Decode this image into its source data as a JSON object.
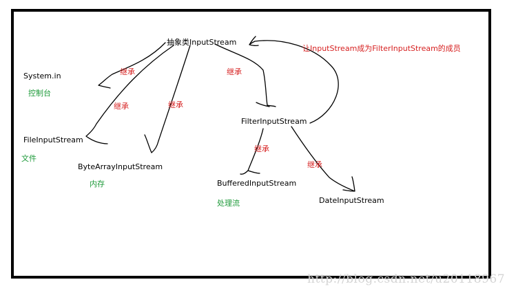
{
  "nodes": {
    "root": "抽象类InputStream",
    "system_in": "System.in",
    "file_input": "FileInputStream",
    "byte_array": "ByteArrayInputStream",
    "filter": "FilterInputStream",
    "buffered": "BufferedInputStream",
    "date": "DateInputStream"
  },
  "edge_labels": {
    "e1": "继承",
    "e2": "继承",
    "e3": "继承",
    "e4": "继承",
    "e5": "继承",
    "e6": "继承"
  },
  "notes": {
    "member": "让InputStream成为FilterInputStream的成员",
    "console": "控制台",
    "file": "文件",
    "memory": "内存",
    "processing": "处理流"
  },
  "watermark": "http://blog.csdn.net/u20118967",
  "colors": {
    "inherit_label": "#d61f1f",
    "annotation": "#1e9a3a",
    "strokes": "#000000"
  }
}
